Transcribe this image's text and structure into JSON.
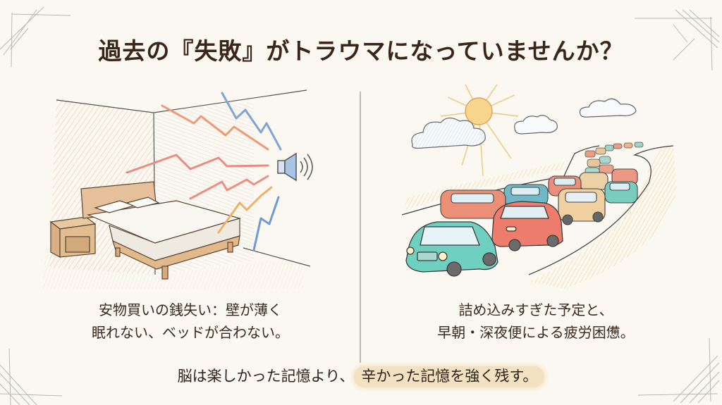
{
  "slide": {
    "title": "過去の『失敗』がトラウマになっていませんか？",
    "panels": [
      {
        "illustration": "bedroom-noise-illustration",
        "illustration_elements": [
          "bed",
          "nightstand",
          "thin-wall",
          "speaker-icon",
          "noise-lightning-bolts"
        ],
        "caption_line1": "安物買いの銭失い：壁が薄く",
        "caption_line2": "眠れない、ベッドが合わない。"
      },
      {
        "illustration": "traffic-jam-illustration",
        "illustration_elements": [
          "sun",
          "clouds",
          "winding-road",
          "traffic-jam-cars"
        ],
        "caption_line1": "詰め込みすぎた予定と、",
        "caption_line2": "早朝・深夜便による疲労困憊。"
      }
    ],
    "footer": {
      "plain": "脳は楽しかった記憶より、",
      "highlight": "辛かった記憶を強く残す。"
    },
    "colors": {
      "background": "#faf8f0",
      "title_text": "#3b2519",
      "body_text": "#3a2a20",
      "highlight_bg": "#f3e2c2",
      "pencil_line": "#9a9690"
    }
  }
}
